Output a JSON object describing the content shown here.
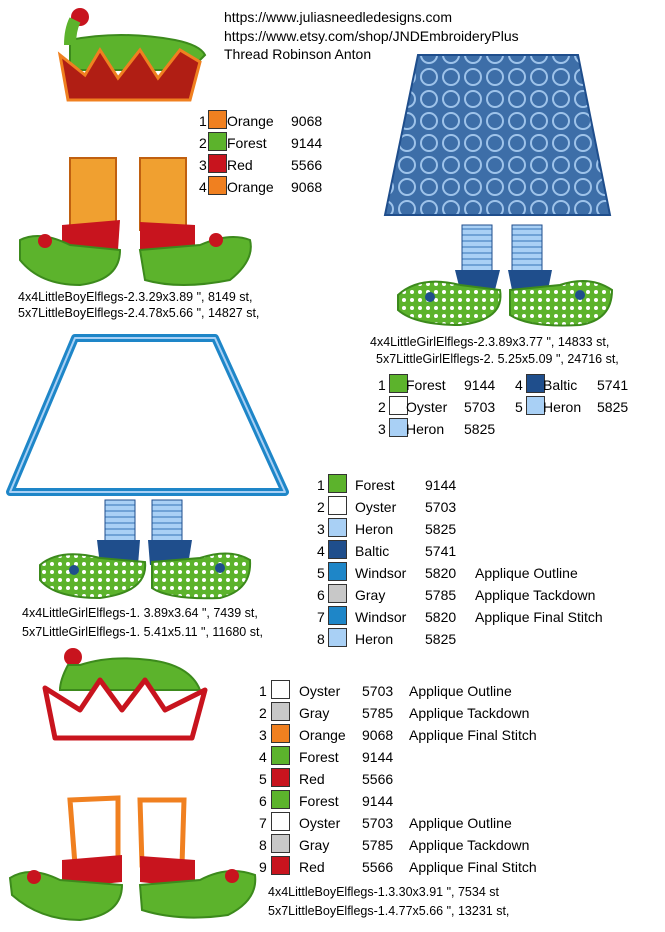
{
  "header": {
    "line1": "https://www.juliasneedledesigns.com",
    "line2": "https://www.etsy.com/shop/JNDEmbroideryPlus",
    "line3": "Thread Robinson Anton"
  },
  "colors": {
    "Orange": "#f08020",
    "Forest": "#5cb32c",
    "Red": "#c8141e",
    "Oyster": "#ffffff",
    "Heron": "#a9d0f5",
    "Baltic": "#1f4e8c",
    "Windsor": "#1e86c8",
    "Gray": "#c8c8c8"
  },
  "legend1": [
    {
      "num": "1",
      "name": "Orange",
      "code": "9068",
      "note": ""
    },
    {
      "num": "2",
      "name": "Forest",
      "code": "9144",
      "note": ""
    },
    {
      "num": "3",
      "name": "Red",
      "code": "5566",
      "note": ""
    },
    {
      "num": "4",
      "name": "Orange",
      "code": "9068",
      "note": ""
    }
  ],
  "caption1": {
    "a": "4x4LittleBoyElflegs-2.3.29x3.89 \", 8149 st,",
    "b": "5x7LittleBoyElflegs-2.4.78x5.66 \", 14827 st,"
  },
  "caption2": {
    "a": "4x4LittleGirlElflegs-2.3.89x3.77 \", 14833 st,",
    "b": "5x7LittleGirlElflegs-2.  5.25x5.09 \", 24716 st,"
  },
  "legend2": [
    {
      "num": "1",
      "name": "Forest",
      "code": "9144",
      "note": ""
    },
    {
      "num": "2",
      "name": "Oyster",
      "code": "5703",
      "note": ""
    },
    {
      "num": "3",
      "name": "Heron",
      "code": "5825",
      "note": ""
    },
    {
      "num": "4",
      "name": "Baltic",
      "code": "5741",
      "note": ""
    },
    {
      "num": "5",
      "name": "Heron",
      "code": "5825",
      "note": ""
    }
  ],
  "legend3": [
    {
      "num": "1",
      "name": "Forest",
      "code": "9144",
      "note": ""
    },
    {
      "num": "2",
      "name": "Oyster",
      "code": "5703",
      "note": ""
    },
    {
      "num": "3",
      "name": "Heron",
      "code": "5825",
      "note": ""
    },
    {
      "num": "4",
      "name": "Baltic",
      "code": "5741",
      "note": ""
    },
    {
      "num": "5",
      "name": "Windsor",
      "code": "5820",
      "note": "Applique Outline"
    },
    {
      "num": "6",
      "name": "Gray",
      "code": "5785",
      "note": "Applique Tackdown"
    },
    {
      "num": "7",
      "name": "Windsor",
      "code": "5820",
      "note": "Applique Final Stitch"
    },
    {
      "num": "8",
      "name": "Heron",
      "code": "5825",
      "note": ""
    }
  ],
  "caption3": {
    "a": "4x4LittleGirlElflegs-1.  3.89x3.64 \", 7439 st,",
    "b": "5x7LittleGirlElflegs-1.  5.41x5.11 \", 11680 st,"
  },
  "legend4": [
    {
      "num": "1",
      "name": "Oyster",
      "code": "5703",
      "note": "Applique Outline"
    },
    {
      "num": "2",
      "name": "Gray",
      "code": "5785",
      "note": "Applique Tackdown"
    },
    {
      "num": "3",
      "name": "Orange",
      "code": "9068",
      "note": "Applique Final Stitch"
    },
    {
      "num": "4",
      "name": "Forest",
      "code": "9144",
      "note": ""
    },
    {
      "num": "5",
      "name": "Red",
      "code": "5566",
      "note": ""
    },
    {
      "num": "6",
      "name": "Forest",
      "code": "9144",
      "note": ""
    },
    {
      "num": "7",
      "name": "Oyster",
      "code": "5703",
      "note": "Applique Outline"
    },
    {
      "num": "8",
      "name": "Gray",
      "code": "5785",
      "note": "Applique Tackdown"
    },
    {
      "num": "9",
      "name": "Red",
      "code": "5566",
      "note": "Applique Final Stitch"
    }
  ],
  "caption4": {
    "a": "4x4LittleBoyElflegs-1.3.30x3.91 \", 7534 st",
    "b": "5x7LittleBoyElflegs-1.4.77x5.66 \", 13231 st,"
  }
}
